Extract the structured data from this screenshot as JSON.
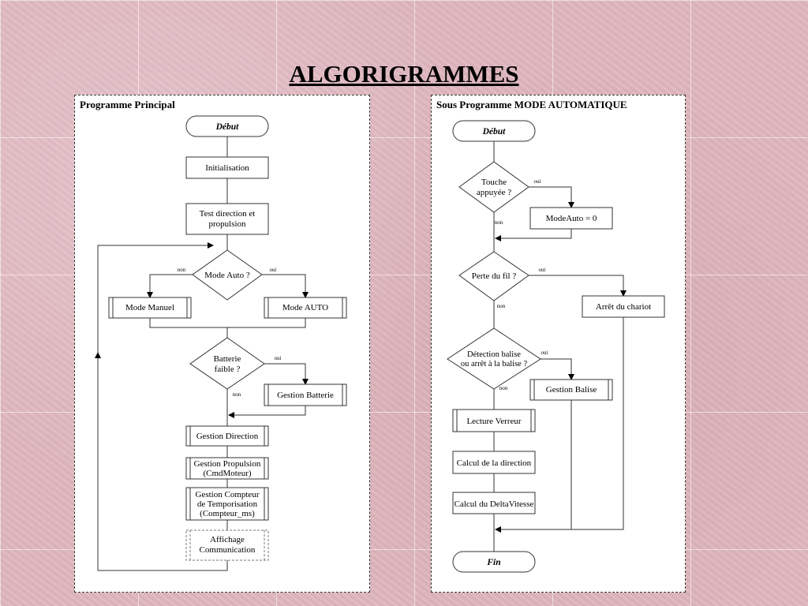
{
  "title": "ALGORIGRAMMES",
  "main": {
    "heading": "Programme Principal",
    "start": "Début",
    "init": "Initialisation",
    "test_line1": "Test direction et",
    "test_line2": "propulsion",
    "decision_mode": "Mode Auto ?",
    "label_non": "non",
    "label_oui": "oui",
    "mode_manuel": "Mode Manuel",
    "mode_auto": "Mode AUTO",
    "batt_line1": "Batterie",
    "batt_line2": "faible ?",
    "gestion_batterie": "Gestion Batterie",
    "gestion_direction": "Gestion Direction",
    "propulsion_line1": "Gestion Propulsion",
    "propulsion_line2": "(CmdMoteur)",
    "compteur_line1": "Gestion Compteur",
    "compteur_line2": "de Temporisation",
    "compteur_line3": "(Compteur_ms)",
    "affichage_line1": "Affichage",
    "affichage_line2": "Communication"
  },
  "auto": {
    "heading": "Sous Programme MODE AUTOMATIQUE",
    "start": "Début",
    "touche_line1": "Touche",
    "touche_line2": "appuyée ?",
    "label_oui": "oui",
    "label_non": "non",
    "mode_auto_zero": "ModeAuto = 0",
    "perte_fil": "Perte du fil ?",
    "arret_chariot": "Arrêt du chariot",
    "detection_line1": "Détection balise",
    "detection_line2": "ou arrêt à la balise ?",
    "gestion_balise": "Gestion Balise",
    "lecture_verreur": "Lecture Verreur",
    "calcul_direction": "Calcul de la direction",
    "calcul_delta": "Calcul du DeltaVitesse",
    "end": "Fin"
  }
}
